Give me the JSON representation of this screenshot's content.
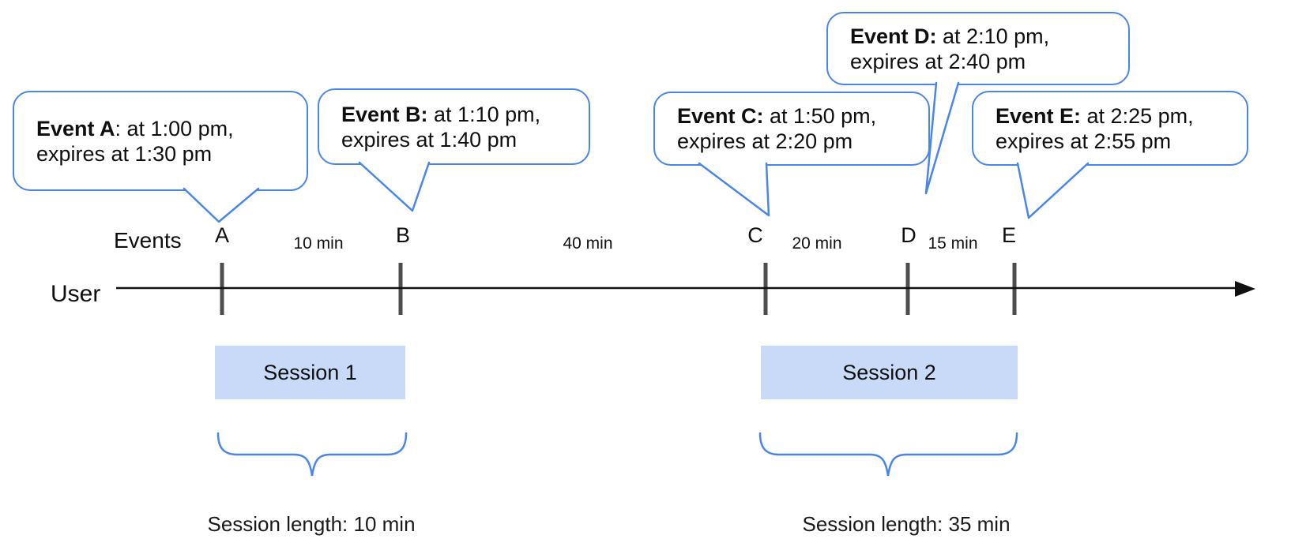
{
  "timeline": {
    "user_label": "User",
    "events_header": "Events",
    "event_ticks": [
      {
        "letter": "A"
      },
      {
        "letter": "B"
      },
      {
        "letter": "C"
      },
      {
        "letter": "D"
      },
      {
        "letter": "E"
      }
    ],
    "gaps": [
      "10 min",
      "40 min",
      "20 min",
      "15 min"
    ]
  },
  "bubbles": [
    {
      "event": "A",
      "bold": "Event A",
      "line1_rest": ": at 1:00 pm,",
      "line2": "expires at 1:30 pm"
    },
    {
      "event": "B",
      "bold": "Event B:",
      "line1_rest": " at 1:10 pm,",
      "line2": "expires at 1:40 pm"
    },
    {
      "event": "C",
      "bold": "Event C:",
      "line1_rest": " at 1:50 pm,",
      "line2": "expires at 2:20 pm"
    },
    {
      "event": "D",
      "bold": "Event D:",
      "line1_rest": " at 2:10 pm,",
      "line2": "expires at 2:40 pm"
    },
    {
      "event": "E",
      "bold": "Event E:",
      "line1_rest": " at 2:25 pm,",
      "line2": "expires at 2:55 pm"
    }
  ],
  "sessions": [
    {
      "label": "Session 1",
      "length": "Session length: 10 min"
    },
    {
      "label": "Session 2",
      "length": "Session length: 35 min"
    }
  ],
  "colors": {
    "accent": "#4a86e8",
    "session_fill": "#c9daf8",
    "tick": "#4d4d4d"
  }
}
